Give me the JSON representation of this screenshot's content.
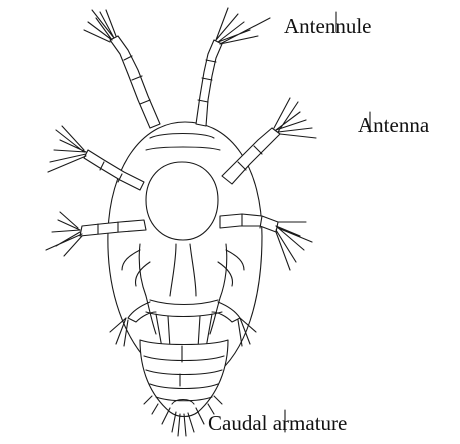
{
  "labels": {
    "antennule": "Antennule",
    "antenna": "Antenna",
    "caudal_armature": "Caudal armature"
  },
  "colors": {
    "line": "#1a1a1a",
    "background": "#ffffff"
  }
}
